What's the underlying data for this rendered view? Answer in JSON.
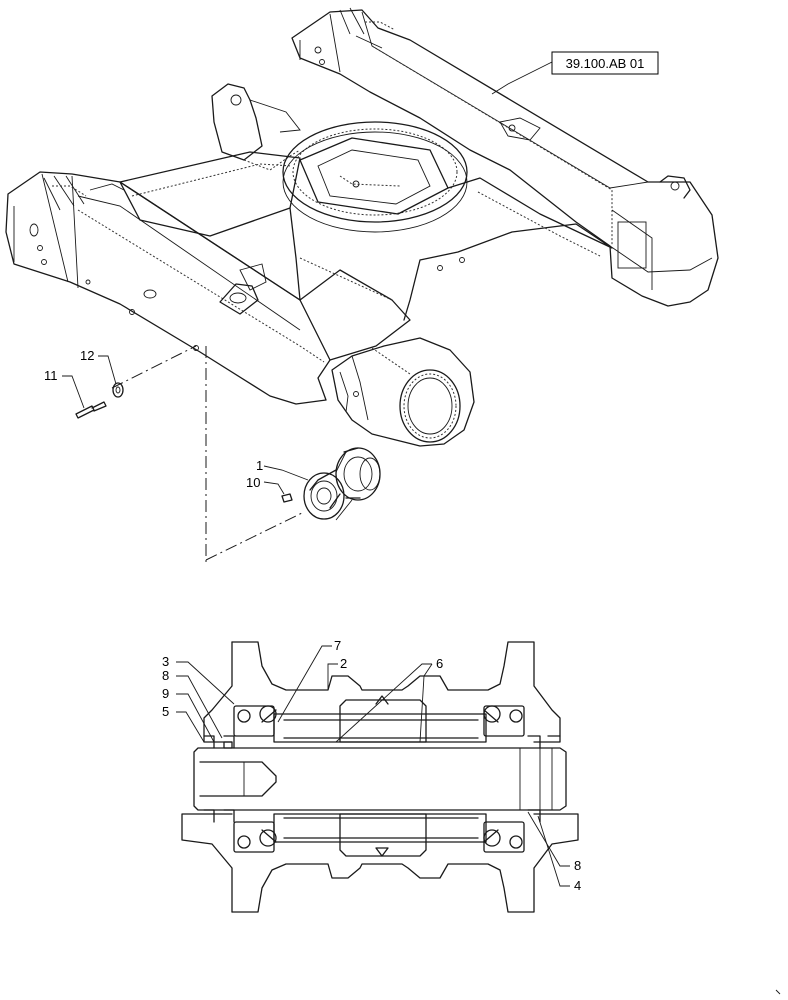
{
  "reference": {
    "text": "39.100.AB 01"
  },
  "callouts": {
    "c1": "1",
    "c10": "10",
    "c11": "11",
    "c12": "12",
    "c3": "3",
    "c8a": "8",
    "c9": "9",
    "c5": "5",
    "c7": "7",
    "c2": "2",
    "c6": "6",
    "c8b": "8",
    "c4": "4"
  }
}
